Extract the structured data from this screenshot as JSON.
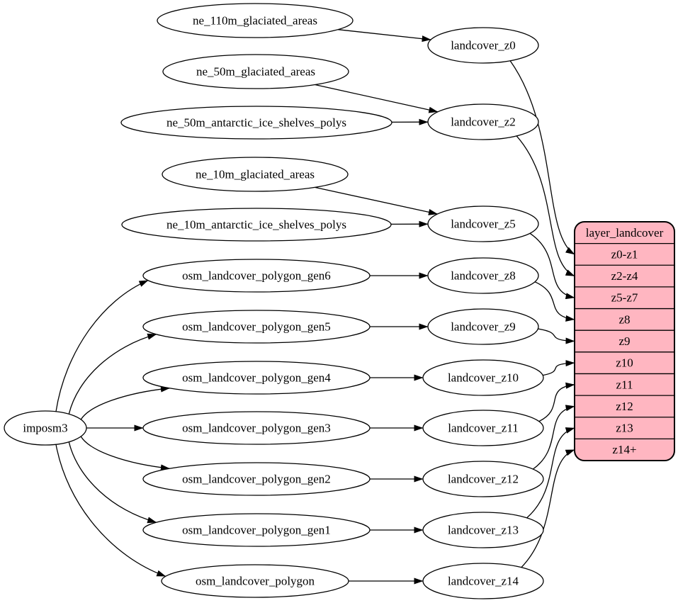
{
  "diagram": {
    "colors": {
      "background": "#ffffff",
      "node_fill": "#ffffff",
      "node_border": "#000000",
      "edge": "#000000",
      "table_fill": "#ffb6c1",
      "table_border": "#000000",
      "text": "#000000"
    },
    "nodes": [
      {
        "id": "imposm3",
        "label": "imposm3"
      },
      {
        "id": "ne_110m_glaciated_areas",
        "label": "ne_110m_glaciated_areas"
      },
      {
        "id": "ne_50m_glaciated_areas",
        "label": "ne_50m_glaciated_areas"
      },
      {
        "id": "ne_50m_antarctic_ice_shelves_polys",
        "label": "ne_50m_antarctic_ice_shelves_polys"
      },
      {
        "id": "ne_10m_glaciated_areas",
        "label": "ne_10m_glaciated_areas"
      },
      {
        "id": "ne_10m_antarctic_ice_shelves_polys",
        "label": "ne_10m_antarctic_ice_shelves_polys"
      },
      {
        "id": "osm_landcover_polygon_gen6",
        "label": "osm_landcover_polygon_gen6"
      },
      {
        "id": "osm_landcover_polygon_gen5",
        "label": "osm_landcover_polygon_gen5"
      },
      {
        "id": "osm_landcover_polygon_gen4",
        "label": "osm_landcover_polygon_gen4"
      },
      {
        "id": "osm_landcover_polygon_gen3",
        "label": "osm_landcover_polygon_gen3"
      },
      {
        "id": "osm_landcover_polygon_gen2",
        "label": "osm_landcover_polygon_gen2"
      },
      {
        "id": "osm_landcover_polygon_gen1",
        "label": "osm_landcover_polygon_gen1"
      },
      {
        "id": "osm_landcover_polygon",
        "label": "osm_landcover_polygon"
      },
      {
        "id": "landcover_z0",
        "label": "landcover_z0"
      },
      {
        "id": "landcover_z2",
        "label": "landcover_z2"
      },
      {
        "id": "landcover_z5",
        "label": "landcover_z5"
      },
      {
        "id": "landcover_z8",
        "label": "landcover_z8"
      },
      {
        "id": "landcover_z9",
        "label": "landcover_z9"
      },
      {
        "id": "landcover_z10",
        "label": "landcover_z10"
      },
      {
        "id": "landcover_z11",
        "label": "landcover_z11"
      },
      {
        "id": "landcover_z12",
        "label": "landcover_z12"
      },
      {
        "id": "landcover_z13",
        "label": "landcover_z13"
      },
      {
        "id": "landcover_z14",
        "label": "landcover_z14"
      }
    ],
    "table": {
      "id": "layer_landcover",
      "title": "layer_landcover",
      "rows": [
        "z0-z1",
        "z2-z4",
        "z5-z7",
        "z8",
        "z9",
        "z10",
        "z11",
        "z12",
        "z13",
        "z14+"
      ]
    },
    "edges": [
      {
        "from": "ne_110m_glaciated_areas",
        "to": "landcover_z0"
      },
      {
        "from": "ne_50m_glaciated_areas",
        "to": "landcover_z2"
      },
      {
        "from": "ne_50m_antarctic_ice_shelves_polys",
        "to": "landcover_z2"
      },
      {
        "from": "ne_10m_glaciated_areas",
        "to": "landcover_z5"
      },
      {
        "from": "ne_10m_antarctic_ice_shelves_polys",
        "to": "landcover_z5"
      },
      {
        "from": "osm_landcover_polygon_gen6",
        "to": "landcover_z8"
      },
      {
        "from": "osm_landcover_polygon_gen5",
        "to": "landcover_z9"
      },
      {
        "from": "osm_landcover_polygon_gen4",
        "to": "landcover_z10"
      },
      {
        "from": "osm_landcover_polygon_gen3",
        "to": "landcover_z11"
      },
      {
        "from": "osm_landcover_polygon_gen2",
        "to": "landcover_z12"
      },
      {
        "from": "osm_landcover_polygon_gen1",
        "to": "landcover_z13"
      },
      {
        "from": "osm_landcover_polygon",
        "to": "landcover_z14"
      },
      {
        "from": "imposm3",
        "to": "osm_landcover_polygon_gen6"
      },
      {
        "from": "imposm3",
        "to": "osm_landcover_polygon_gen5"
      },
      {
        "from": "imposm3",
        "to": "osm_landcover_polygon_gen4"
      },
      {
        "from": "imposm3",
        "to": "osm_landcover_polygon_gen3"
      },
      {
        "from": "imposm3",
        "to": "osm_landcover_polygon_gen2"
      },
      {
        "from": "imposm3",
        "to": "osm_landcover_polygon_gen1"
      },
      {
        "from": "imposm3",
        "to": "osm_landcover_polygon"
      },
      {
        "from": "landcover_z0",
        "to": "layer_landcover",
        "port": "z0-z1"
      },
      {
        "from": "landcover_z2",
        "to": "layer_landcover",
        "port": "z2-z4"
      },
      {
        "from": "landcover_z5",
        "to": "layer_landcover",
        "port": "z5-z7"
      },
      {
        "from": "landcover_z8",
        "to": "layer_landcover",
        "port": "z8"
      },
      {
        "from": "landcover_z9",
        "to": "layer_landcover",
        "port": "z9"
      },
      {
        "from": "landcover_z10",
        "to": "layer_landcover",
        "port": "z10"
      },
      {
        "from": "landcover_z11",
        "to": "layer_landcover",
        "port": "z11"
      },
      {
        "from": "landcover_z12",
        "to": "layer_landcover",
        "port": "z12"
      },
      {
        "from": "landcover_z13",
        "to": "layer_landcover",
        "port": "z13"
      },
      {
        "from": "landcover_z14",
        "to": "layer_landcover",
        "port": "z14+"
      }
    ]
  }
}
